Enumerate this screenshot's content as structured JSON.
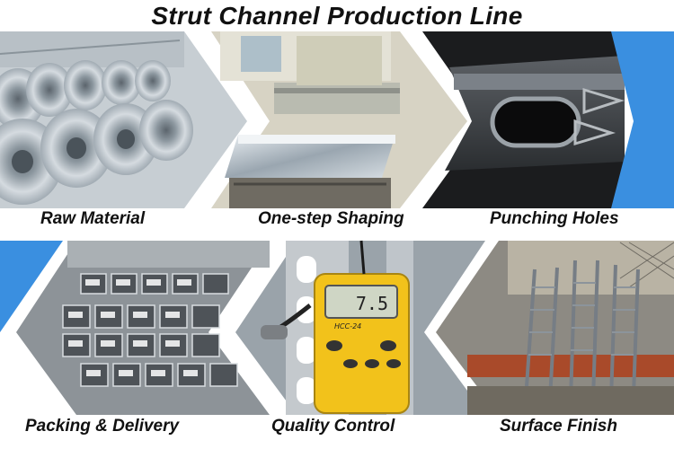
{
  "title": "Strut Channel Production Line",
  "steps": [
    {
      "label": "Raw Material"
    },
    {
      "label": "One-step Shaping"
    },
    {
      "label": "Punching Holes"
    },
    {
      "label": "Packing & Delivery"
    },
    {
      "label": "Quality Control"
    },
    {
      "label": "Surface Finish"
    }
  ],
  "meter": {
    "reading": "7.5",
    "model": "HCC-24"
  },
  "colors": {
    "accent": "#3a8fe0",
    "text": "#111111",
    "meter_body": "#f2c21b"
  }
}
